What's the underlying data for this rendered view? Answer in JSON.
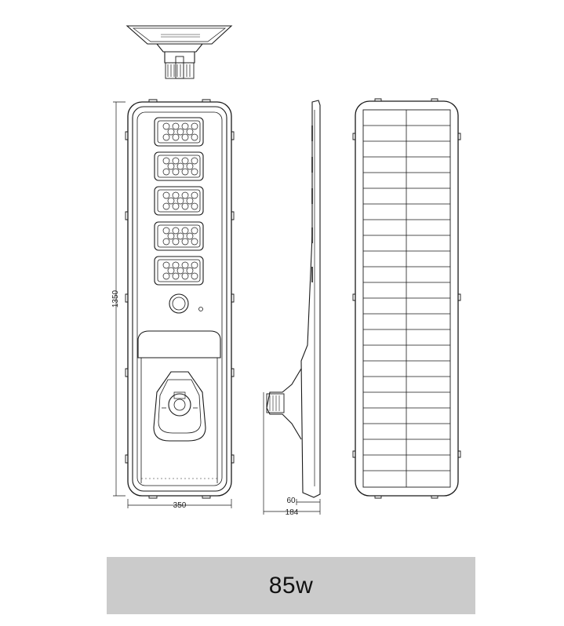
{
  "diagram": {
    "dimensions": {
      "height": "1350",
      "width": "350",
      "bracket_offset": "60",
      "depth": "184"
    },
    "caption": "85w"
  }
}
